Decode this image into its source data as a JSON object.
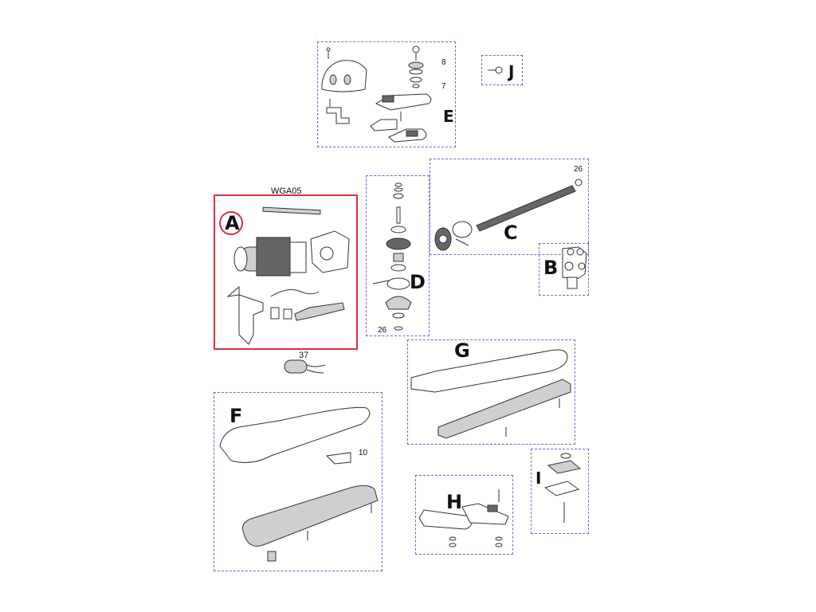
{
  "groups": {
    "A": {
      "letter": "A",
      "model": "WGA05"
    },
    "B": {
      "letter": "B"
    },
    "C": {
      "letter": "C",
      "num": "26"
    },
    "D": {
      "letter": "D",
      "num": "26"
    },
    "E": {
      "letter": "E",
      "num_top": "8",
      "num_bottom": "7"
    },
    "F": {
      "letter": "F",
      "num": "10"
    },
    "G": {
      "letter": "G"
    },
    "H": {
      "letter": "H"
    },
    "I": {
      "letter": "I"
    },
    "J": {
      "letter": "J"
    }
  },
  "capacitor": {
    "num": "37"
  },
  "colors": {
    "frame": "#6a6ad0",
    "highlight": "#d93040"
  }
}
